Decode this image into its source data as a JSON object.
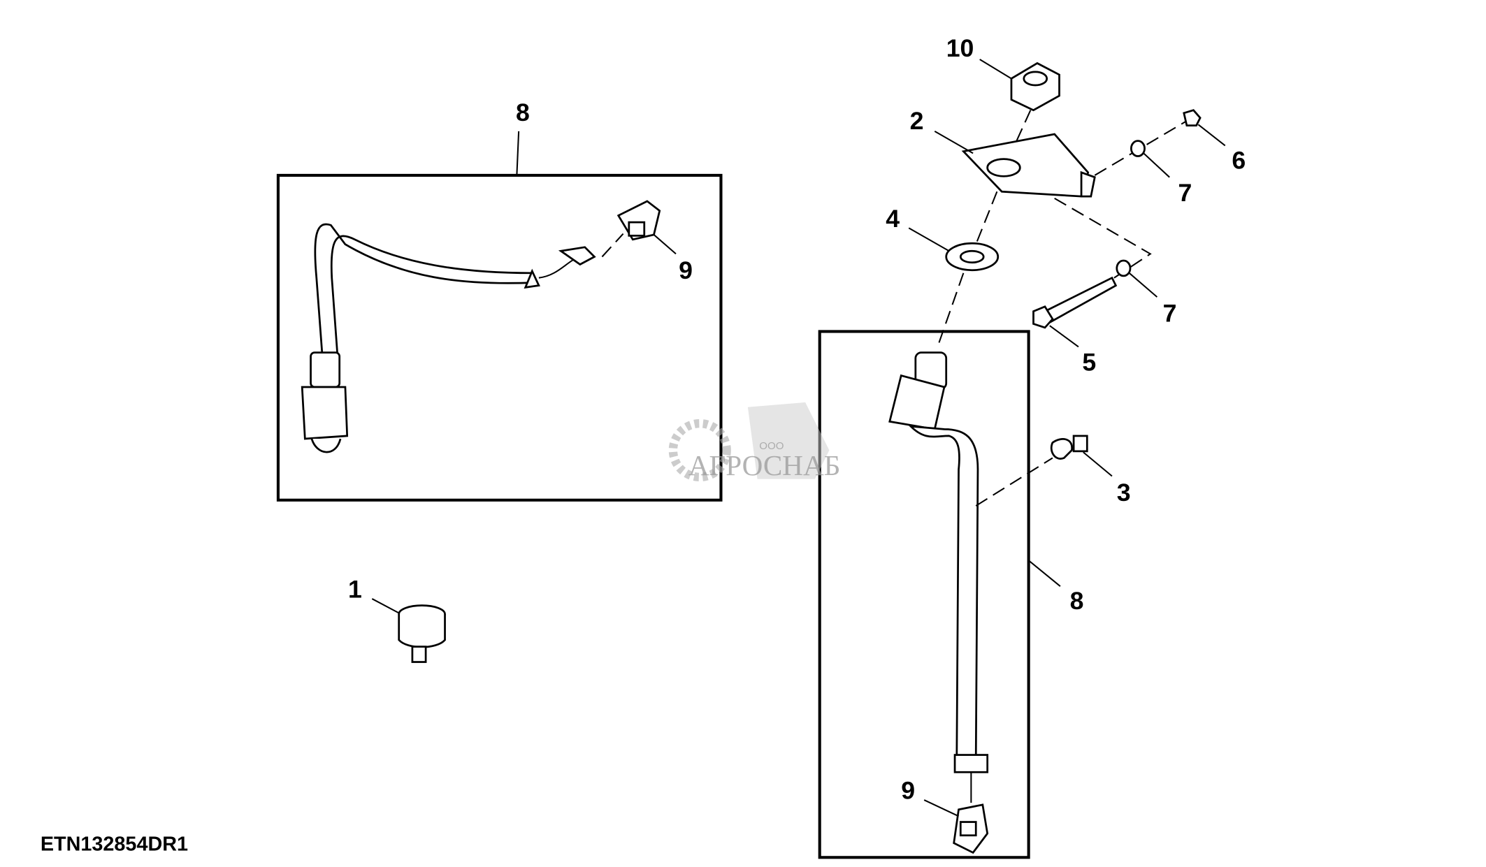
{
  "diagram": {
    "drawing_code": "ETN132854DR1",
    "callouts": {
      "kit_left": "8",
      "nut": "10",
      "bracket": "2",
      "nut_small": "6",
      "washer_upper": "7",
      "washer_large": "4",
      "washer_lower": "7",
      "bolt": "5",
      "clamp": "3",
      "kit_right": "8",
      "connector_left": "9",
      "plug": "1",
      "connector_right": "9"
    },
    "watermark": {
      "prefix": "ООО",
      "name": "АГРОСНАБ"
    }
  }
}
